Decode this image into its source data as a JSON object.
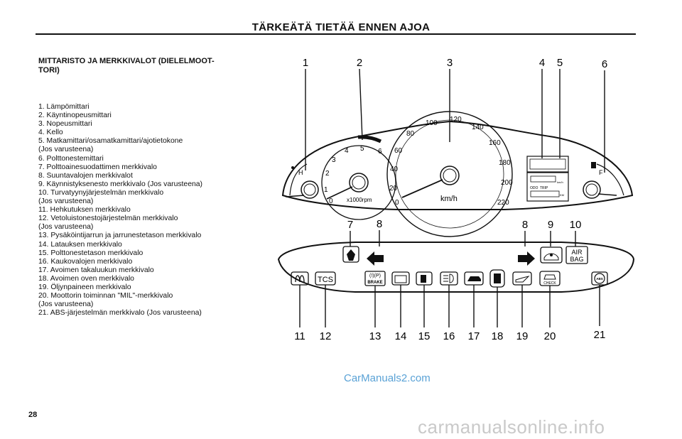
{
  "page": {
    "title": "TÄRKEÄTÄ TIETÄÄ ENNEN AJOA",
    "number": "28"
  },
  "section": {
    "title": "MITTARISTO JA MERKKIVALOT (DIELELMOOT-TORI)",
    "items": [
      "1. Lämpömittari",
      "2. Käyntinopeusmittari",
      "3. Nopeusmittari",
      "4. Kello",
      "5. Matkamittari/osamatkamittari/ajotietokone",
      "(Jos varusteena)",
      "6. Polttonestemittari",
      "7. Polttoainesuodattimen merkkivalo",
      "8. Suuntavalojen merkkivalot",
      "9. Käynnistyksenesto merkkivalo (Jos varusteena)",
      "10. Turvatyynyjärjestelmän merkkivalo",
      "(Jos varusteena)",
      "11. Hehkutuksen merkkivalo",
      "12. Vetoluistonestojärjestelmän merkkivalo",
      "(Jos varusteena)",
      "13. Pysäköintijarrun ja jarrunestetason merkkivalo",
      "14. Latauksen merkkivalo",
      "15. Polttonestetason merkkivalo",
      "16. Kaukovalojen merkkivalo",
      "17. Avoimen takaluukun merkkivalo",
      "18. Avoimen oven merkkivalo",
      "19. Öljynpaineen merkkivalo",
      "20. Moottorin toiminnan \"MIL\"-merkkivalo",
      "(Jos varusteena)",
      "21. ABS-järjestelmän merkkivalo (Jos varusteena)"
    ]
  },
  "figure": {
    "callouts_top": [
      "1",
      "2",
      "3",
      "4",
      "5",
      "6"
    ],
    "callouts_mid": [
      "7",
      "8",
      "8",
      "9",
      "10"
    ],
    "callouts_bottom": [
      "11",
      "12",
      "13",
      "14",
      "15",
      "16",
      "17",
      "18",
      "19",
      "20",
      "21"
    ],
    "temp_label": "H",
    "fuel_label": "F",
    "tach_ticks": [
      "0",
      "1",
      "2",
      "3",
      "4",
      "5",
      "6"
    ],
    "tach_unit": "x1000rpm",
    "speed_ticks": [
      "0",
      "20",
      "40",
      "60",
      "80",
      "100",
      "120",
      "140",
      "160",
      "180",
      "200",
      "220"
    ],
    "speed_unit": "km/h",
    "odo_label": "ODO",
    "trip_label": "TRIP",
    "lcd_unit_kmh": "km/h",
    "lcd_unit_km": "KM",
    "tcs_label": "TCS",
    "brake_label": "BRAKE",
    "brake_symbol": "(!)(P)",
    "check_label": "CHECK",
    "abs_label": "ABS",
    "airbag_label_1": "AIR",
    "airbag_label_2": "BAG"
  },
  "footer": {
    "watermark": "CarManuals2.com",
    "site": "carmanualsonline.info"
  }
}
